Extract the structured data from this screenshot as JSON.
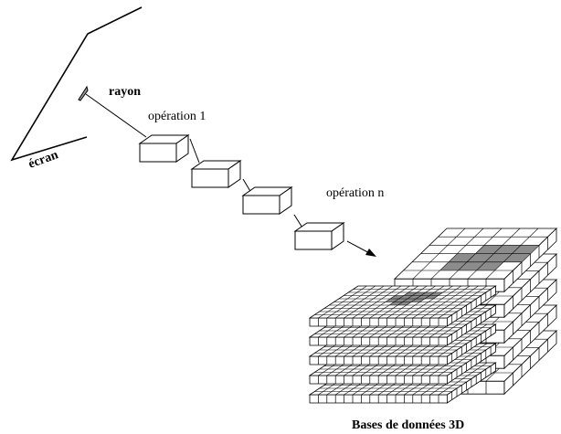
{
  "labels": {
    "rayon": "rayon",
    "operation_first": "opération 1",
    "operation_last": "opération n",
    "ecran": "écran",
    "database": "Bases de données 3D"
  },
  "colors": {
    "stroke": "#000000",
    "highlight": "#8c8c8c",
    "background": "#ffffff"
  }
}
